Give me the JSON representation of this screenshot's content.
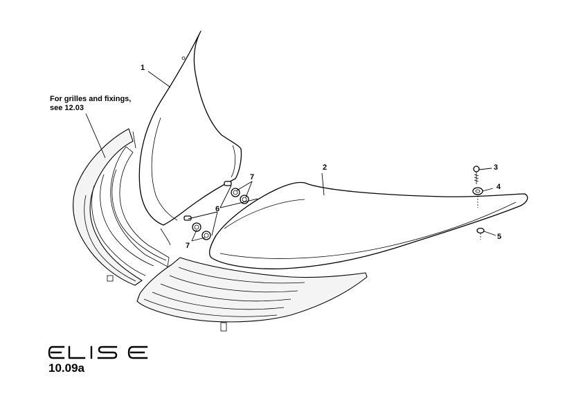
{
  "note": "For grilles and fixings,\nsee 12.03",
  "callouts": {
    "c1": "1",
    "c2": "2",
    "c3": "3",
    "c4": "4",
    "c5": "5",
    "c6": "6",
    "c7a": "7",
    "c7b": "7"
  },
  "logo_text": "ELISE",
  "page_code": "10.09a"
}
